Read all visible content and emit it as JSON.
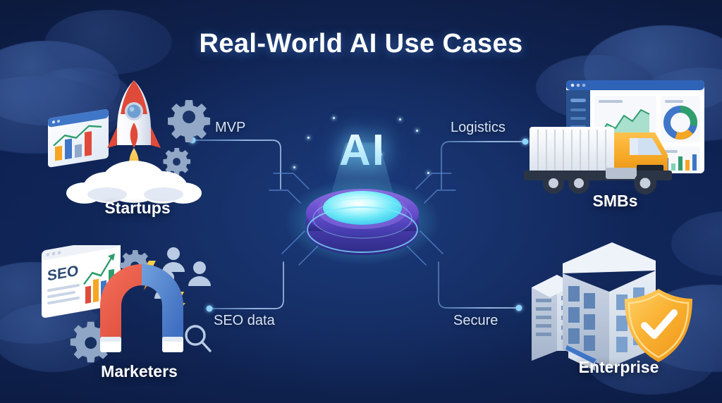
{
  "header": {
    "title": "Real-World AI Use Cases"
  },
  "hub": {
    "label": "AI",
    "icon": "ai-hologram-disc"
  },
  "connectors": [
    {
      "id": "mvp",
      "label": "MVP",
      "from": "startups",
      "to": "hub"
    },
    {
      "id": "logistics",
      "label": "Logistics",
      "from": "smbs",
      "to": "hub"
    },
    {
      "id": "seo",
      "label": "SEO data",
      "from": "marketers",
      "to": "hub"
    },
    {
      "id": "secure",
      "label": "Secure",
      "from": "enterprise",
      "to": "hub"
    }
  ],
  "nodes": [
    {
      "id": "startups",
      "label": "Startups",
      "icons": [
        "rocket-icon",
        "chart-window-icon",
        "gear-icon",
        "cloud-icon"
      ]
    },
    {
      "id": "marketers",
      "label": "Marketers",
      "icons": [
        "magnet-icon",
        "seo-window-icon",
        "people-icon",
        "lightning-icon",
        "gear-icon",
        "magnifier-icon"
      ],
      "window_label": "SEO"
    },
    {
      "id": "smbs",
      "label": "SMBs",
      "icons": [
        "delivery-truck-icon",
        "dashboard-window-icon",
        "area-chart-icon",
        "donut-chart-icon",
        "bar-chart-icon"
      ]
    },
    {
      "id": "enterprise",
      "label": "Enterprise",
      "icons": [
        "office-building-icon",
        "shield-check-icon"
      ]
    }
  ],
  "colors": {
    "background_dark": "#0c1a3e",
    "background_mid": "#142c61",
    "cloud": "#2b4682",
    "hub_glow": "#6fe8ff",
    "hub_rim": "#6a52c9",
    "wire": "#9fc4ee",
    "accent_orange": "#f5a623",
    "accent_red": "#e04a3a",
    "accent_blue": "#3f76c8",
    "text_primary": "#ffffff",
    "text_secondary": "#d7e2f4"
  }
}
